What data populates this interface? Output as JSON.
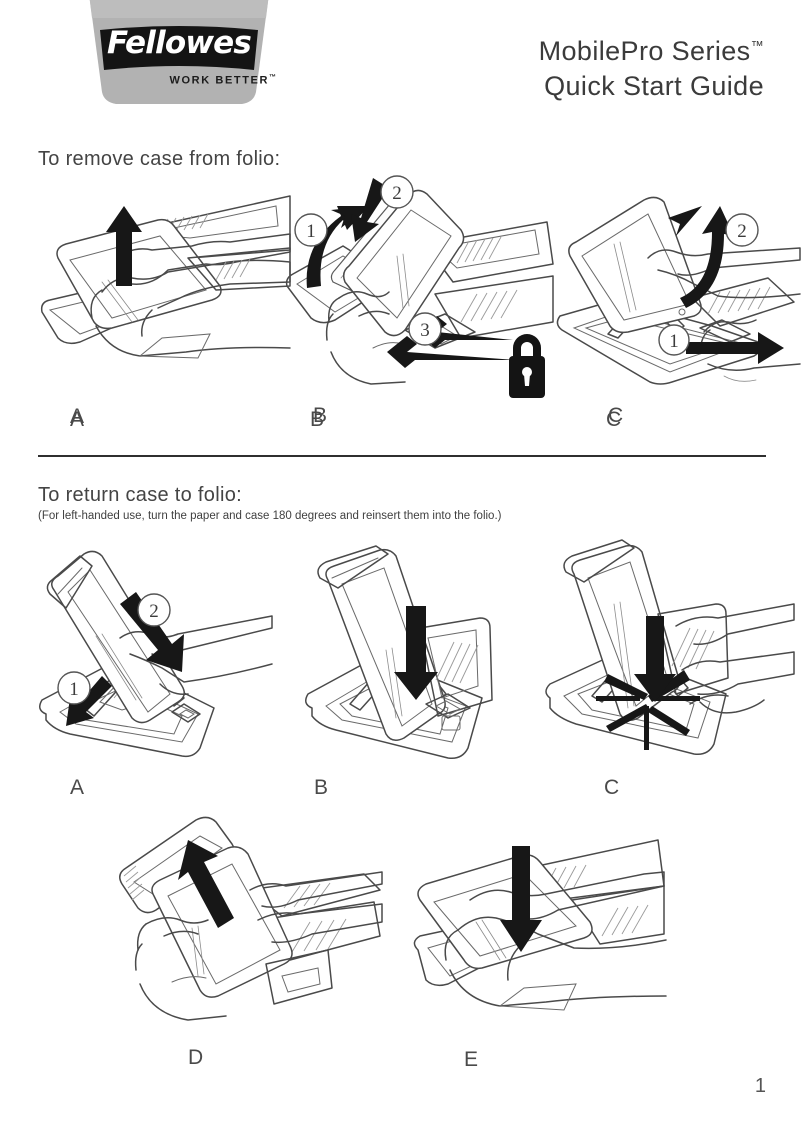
{
  "document": {
    "page_number": "1"
  },
  "header": {
    "brand": {
      "name": "Fellowes",
      "registered_mark": ".",
      "tagline": "WORK BETTER",
      "tagline_tm": "™",
      "badge_color": "#b0b0b0",
      "badge_inner_color": "#151515",
      "text_color": "#ffffff"
    },
    "title_line_1": "MobilePro Series",
    "title_line_1_tm": "™",
    "title_line_2": "Quick Start Guide"
  },
  "sections": [
    {
      "id": "remove",
      "heading": "To remove case from folio:",
      "subtitle": "",
      "panels": [
        {
          "letter": "A",
          "name": "panel-remove-a",
          "description": "Hand lifting tablet case upward out of folio",
          "callouts": [],
          "arrows": [
            "up"
          ],
          "icons": []
        },
        {
          "letter": "B",
          "name": "panel-remove-b",
          "description": "Case tilted up showing latch release points",
          "callouts": [
            "1",
            "2",
            "3"
          ],
          "arrows": [
            "curve-up",
            "down",
            "left",
            "left"
          ],
          "icons": [
            "lock-icon"
          ]
        },
        {
          "letter": "C",
          "name": "panel-remove-c",
          "description": "Case propped on stand, sliding tray out to the right",
          "callouts": [
            "1",
            "2"
          ],
          "arrows": [
            "curve-up-left",
            "right"
          ],
          "icons": []
        }
      ]
    },
    {
      "id": "return",
      "heading": "To return case to folio:",
      "subtitle": "(For left-handed use, turn the paper and case 180 degrees and reinsert them into the folio.)",
      "panels": [
        {
          "letter": "A",
          "name": "panel-return-a",
          "description": "Folding the stand and pressing case down into folio",
          "callouts": [
            "1",
            "2"
          ],
          "arrows": [
            "down-left",
            "down-right"
          ],
          "icons": []
        },
        {
          "letter": "B",
          "name": "panel-return-b",
          "description": "Pressing case straight down into the folio tray",
          "callouts": [],
          "arrows": [
            "down"
          ],
          "icons": []
        },
        {
          "letter": "C",
          "name": "panel-return-c",
          "description": "Case snapping into place with impact burst",
          "callouts": [],
          "arrows": [
            "down"
          ],
          "icons": [
            "impact-burst-icon"
          ]
        },
        {
          "letter": "D",
          "name": "panel-return-d",
          "description": "Hand holding case with paper folio flap lifted up",
          "callouts": [],
          "arrows": [
            "up-left"
          ],
          "icons": []
        },
        {
          "letter": "E",
          "name": "panel-return-e",
          "description": "Closing the folio flap down over the case",
          "callouts": [],
          "arrows": [
            "down"
          ],
          "icons": []
        }
      ]
    }
  ]
}
